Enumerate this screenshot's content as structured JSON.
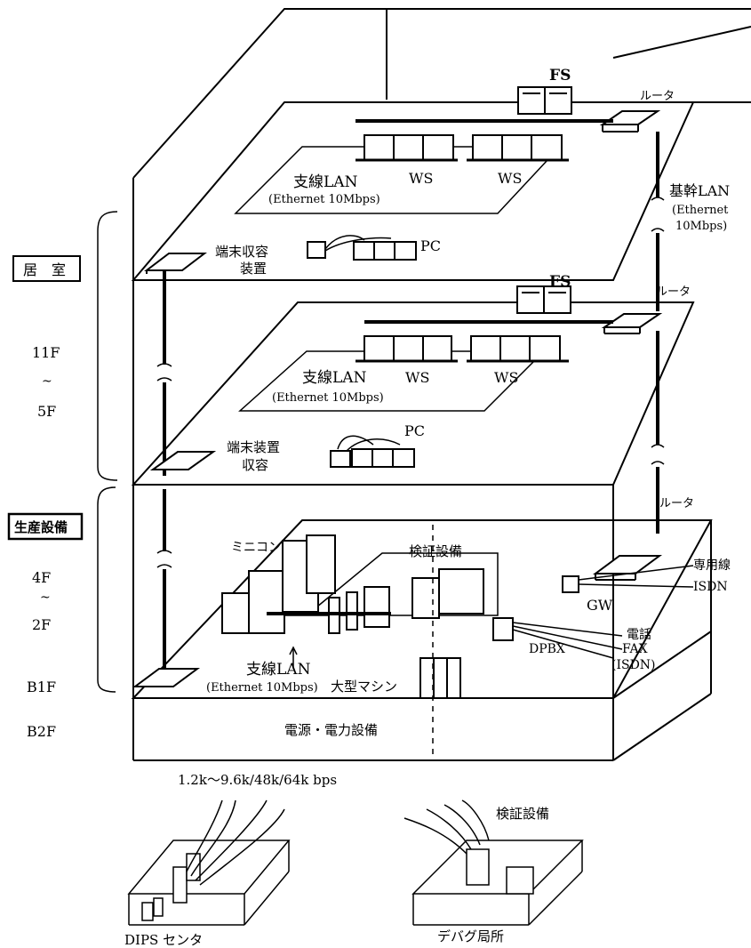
{
  "floors": {
    "upper": {
      "fs": "FS",
      "router": "ルータ",
      "branch_lan": "支線LAN",
      "branch_lan_spec": "(Ethernet 10Mbps)",
      "ws1": "WS",
      "ws2": "WS",
      "backbone_lan": "基幹LAN",
      "backbone_lan_spec1": "(Ethernet",
      "backbone_lan_spec2": "10Mbps)",
      "terminal1": "端末収容",
      "terminal2": "装置",
      "pc": "PC"
    },
    "middle": {
      "fs": "FS",
      "router": "ルータ",
      "branch_lan": "支線LAN",
      "branch_lan_spec": "(Ethernet 10Mbps)",
      "ws1": "WS",
      "ws2": "WS",
      "terminal1": "端末装置",
      "terminal2": "収容",
      "pc": "PC"
    },
    "lower": {
      "router": "ルータ",
      "minicon": "ミニコン",
      "verify": "検証設備",
      "leased": "専用線",
      "isdn": "ISDN",
      "gw": "GW",
      "phone": "電話",
      "dpbx": "DPBX",
      "fax": "FAX",
      "fax_isdn": "(ISDN)",
      "branch_lan": "支線LAN",
      "branch_lan_spec": "(Ethernet 10Mbps)",
      "mainframe": "大型マシン"
    },
    "basement": {
      "power": "電源・電力設備"
    }
  },
  "side_labels": {
    "living": "居　室",
    "f11": "11F",
    "tilde1": "~",
    "f5": "5F",
    "production": "生産設備",
    "f4": "4F",
    "tilde2": "~",
    "f2": "2F",
    "b1f": "B1F",
    "b2f": "B2F"
  },
  "speed": "1.2k～9.6k/48k/64k bps",
  "bottom": {
    "dips": "DIPS センタ",
    "debug": "デバグ局所",
    "verify": "検証設備"
  }
}
